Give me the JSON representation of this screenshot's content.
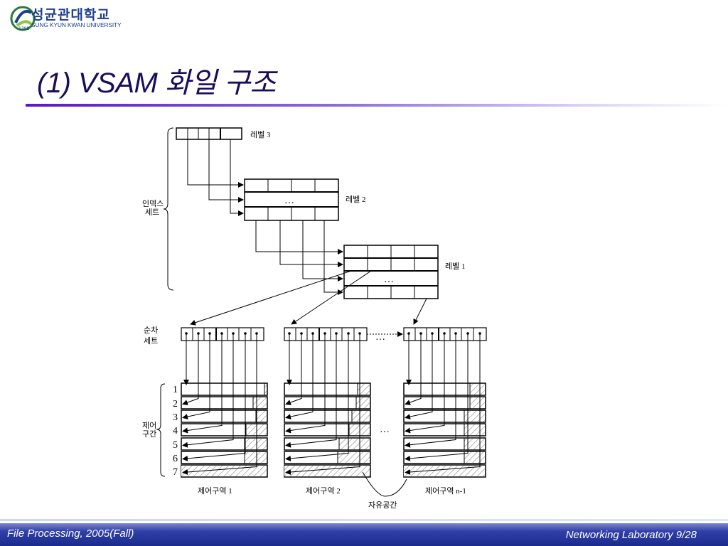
{
  "header": {
    "logo_korean": "성균관대학교",
    "logo_english": "SUNG KYUN KWAN UNIVERSITY",
    "logo_year": "1398"
  },
  "title": "(1) VSAM 화일 구조",
  "diagram": {
    "level3": "레벨 3",
    "level2": "레벨 2",
    "level1": "레벨 1",
    "index_set_line1": "인덱스",
    "index_set_line2": "세트",
    "seq_set_line1": "순차",
    "seq_set_line2": "세트",
    "control_line1": "제어",
    "control_line2": "구간",
    "ellipsis": "…",
    "row_numbers": [
      "1",
      "2",
      "3",
      "4",
      "5",
      "6",
      "7"
    ],
    "ci_labels": [
      "제어구역 1",
      "제어구역 2",
      "제어구역 n-1"
    ],
    "free_space": "자유공간"
  },
  "footer": {
    "left": "File Processing, 2005(Fall)",
    "right": "Networking Laboratory  9/28"
  }
}
